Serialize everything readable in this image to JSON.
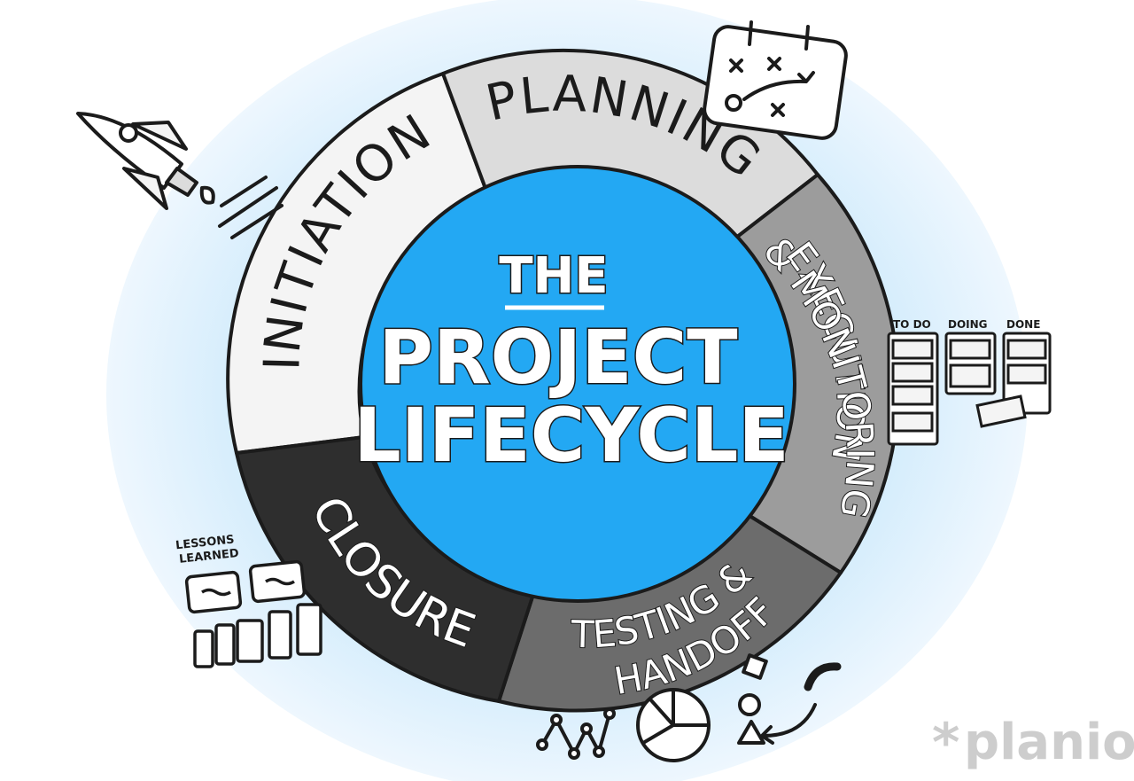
{
  "center": {
    "line1": "THE",
    "line2": "PROJECT",
    "line3": "LIFECYCLE"
  },
  "phases": [
    {
      "id": "initiation",
      "label": "INITIATION",
      "color": "#f4f4f4"
    },
    {
      "id": "planning",
      "label": "PLANNING",
      "color": "#dcdcdc"
    },
    {
      "id": "execution",
      "line1": "EXECUTION",
      "line2": "& MONITORING",
      "color": "#9c9c9c"
    },
    {
      "id": "testing",
      "line1": "TESTING &",
      "line2": "HANDOFF",
      "color": "#6c6c6c"
    },
    {
      "id": "closure",
      "label": "CLOSURE",
      "color": "#2e2e2e"
    }
  ],
  "kanban": {
    "todo": "TO DO",
    "doing": "DOING",
    "done": "DONE"
  },
  "lessons": {
    "line1": "LESSONS",
    "line2": "LEARNED"
  },
  "logo": {
    "text": "planio"
  },
  "colors": {
    "halo": "#cfe9fb",
    "center": "#23a8f3",
    "outline": "#1b1b1b"
  }
}
